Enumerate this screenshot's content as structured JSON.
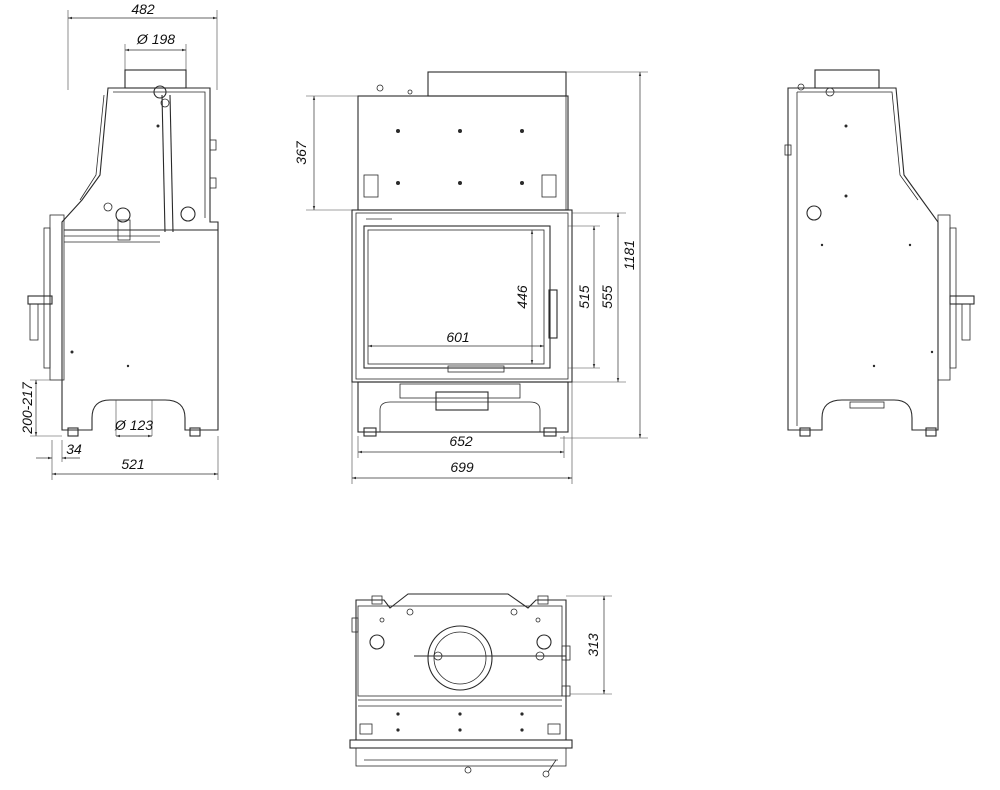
{
  "dimensions": {
    "side_depth_top": "482",
    "flue_side": "Ø 198",
    "side_leg_height": "200-217",
    "foot_offset": "34",
    "air_inlet": "Ø 123",
    "side_depth_base": "521",
    "front_top_height": "367",
    "glass_height": "446",
    "door_height_inner": "515",
    "door_height_outer": "555",
    "total_height": "1181",
    "glass_width": "601",
    "door_width": "652",
    "total_width": "699",
    "top_view_depth": "313"
  },
  "colors": {
    "line": "#2a2a2a",
    "background": "#ffffff"
  }
}
